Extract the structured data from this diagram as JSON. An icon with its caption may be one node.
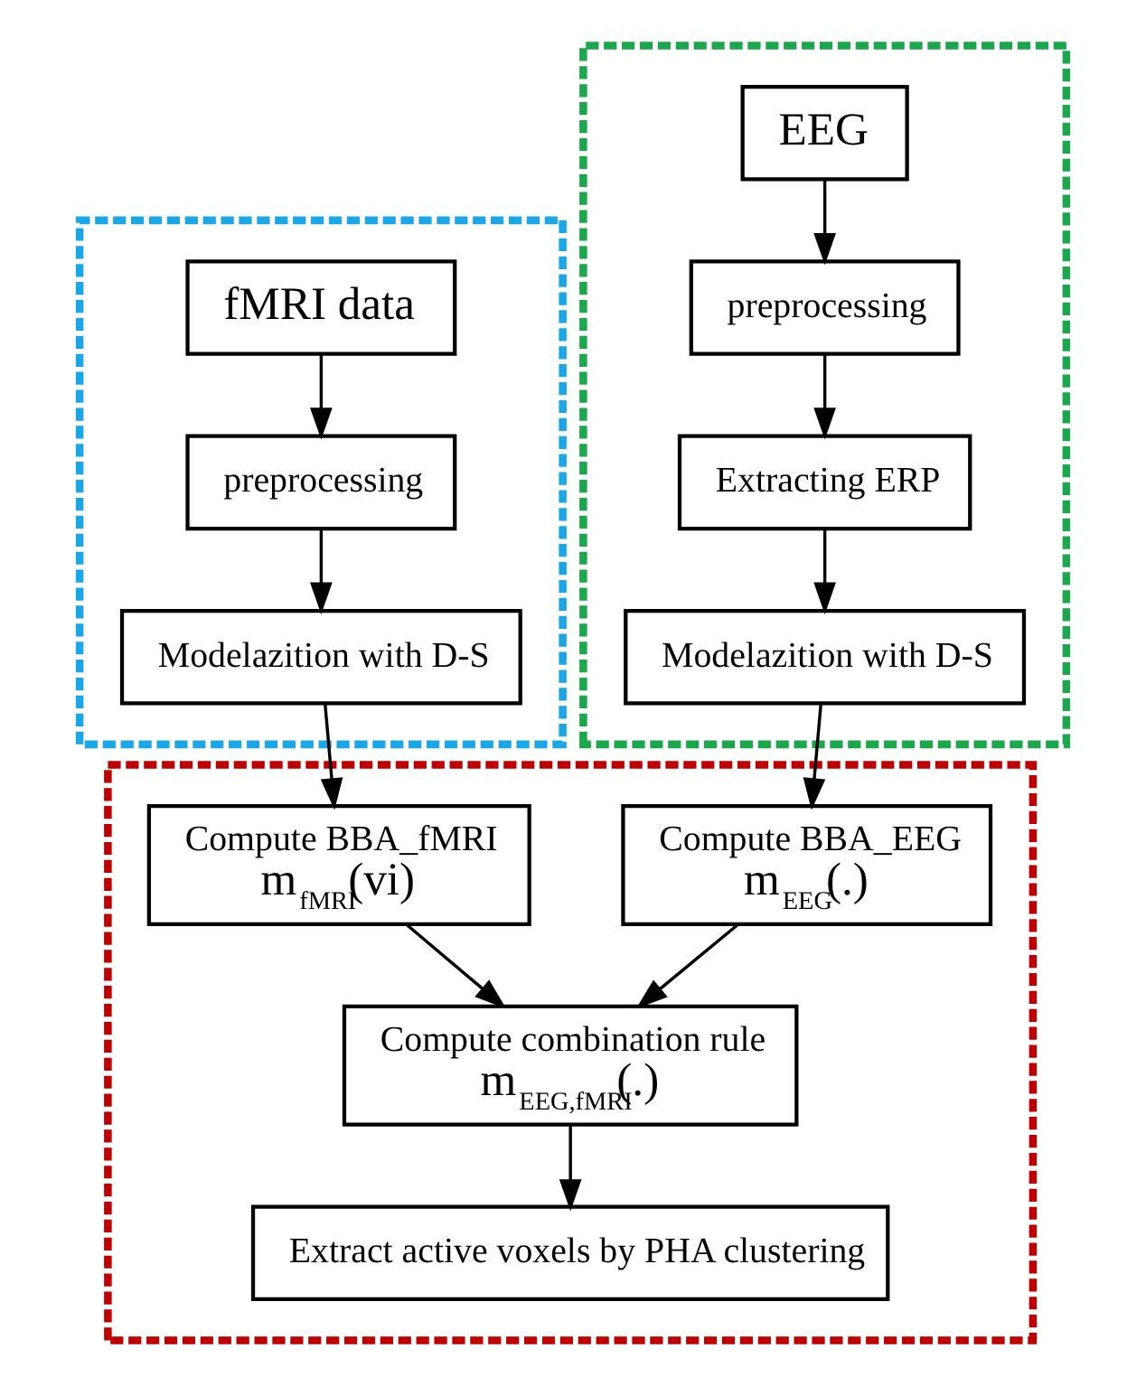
{
  "diagram": {
    "nodes": [
      {
        "text": [],
        "shape": "box"
      },
      {
        "text": [
          "fMRI data"
        ],
        "in": 0
      },
      {
        "text": [
          "preprocessing"
        ],
        "in": 0
      },
      {
        "text": [
          "Modelazition with D-S"
        ],
        "in": 0
      },
      {
        "text": [],
        "shape": "box"
      },
      {
        "text": [
          "EEG"
        ],
        "in": 4
      },
      {
        "text": [
          "preprocessing"
        ],
        "in": 4
      },
      {
        "text": [
          "Extracting ERP"
        ],
        "in": 4
      },
      {
        "text": [
          "Modelazition with D-S"
        ],
        "in": 4
      },
      {
        "text": [],
        "shape": "box"
      },
      {
        "text": [
          "Compute BBA_fMRI",
          "m$_{fMRI}$(vi)"
        ],
        "in": 9
      },
      {
        "text": [
          "Compute BBA_EEG",
          "m$_{EEG}$(.)"
        ],
        "in": 9
      },
      {
        "text": [
          "Compute combination rule",
          "m$_{EEG,fMRI}$(.)"
        ],
        "in": 9
      },
      {
        "text": [
          "Extract active voxels by PHA clustering"
        ],
        "in": 9
      }
    ],
    "edges": [
      {
        "from": 1,
        "to": 2,
        "arrow": "to"
      },
      {
        "from": 2,
        "to": 3,
        "arrow": "to"
      },
      {
        "from": 3,
        "to": 10,
        "arrow": "to"
      },
      {
        "from": 5,
        "to": 6,
        "arrow": "to"
      },
      {
        "from": 6,
        "to": 7,
        "arrow": "to"
      },
      {
        "from": 7,
        "to": 8,
        "arrow": "to"
      },
      {
        "from": 8,
        "to": 11,
        "arrow": "to"
      },
      {
        "from": 10,
        "to": 12,
        "arrow": "to"
      },
      {
        "from": 11,
        "to": 12,
        "arrow": "to"
      },
      {
        "from": 12,
        "to": 13,
        "arrow": "to"
      }
    ]
  }
}
